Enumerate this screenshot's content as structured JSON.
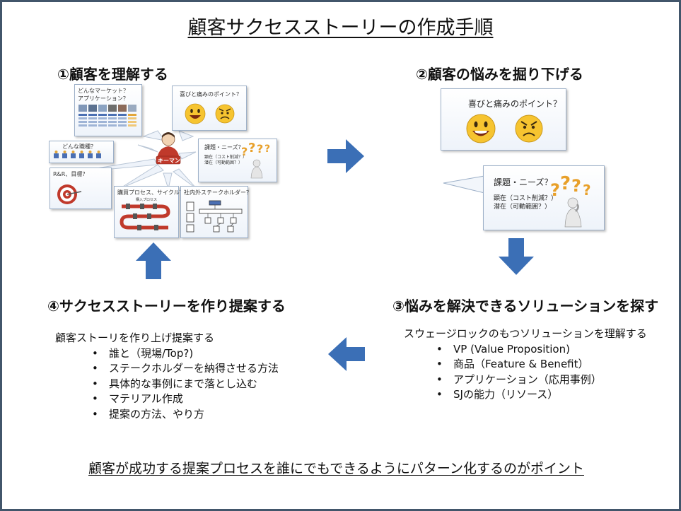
{
  "title": "顧客サクセスストーリーの作成手順",
  "steps": {
    "s1": "①顧客を理解する",
    "s2": "②顧客の悩みを掘り下げる",
    "s3": "③悩みを解決できるソリューションを探す",
    "s4": "④サクセスストーリーを作り提案する"
  },
  "step1": {
    "market_label": "どんなマーケット？\nアプリケーション？",
    "position_label": "どんな職種？",
    "rr_label": "R&R、目標？",
    "process_label": "購買プロセス、サイクル？",
    "stakeholder_label": "社内外ステークホルダー？",
    "keyman": "キーマン",
    "joy_pain": "喜びと痛みのポイント？",
    "issue_needs": "課題・ニーズ？",
    "explicit": "顕在（コスト削減？）",
    "latent": "潜在（可動範囲？）",
    "process_doc_title": "購入プロセス"
  },
  "step2": {
    "joy_pain": "喜びと痛みのポイント？",
    "issue_needs": "課題・ニーズ？",
    "explicit": "顕在（コスト削減？）",
    "latent": "潜在（可動範囲？）"
  },
  "step3": {
    "lead": "スウェージロックのもつソリューションを理解する",
    "items": [
      "VP (Value  Proposition)",
      "商品（Feature & Benefit）",
      "アプリケーション（応用事例）",
      "SJの能力（リソース）"
    ]
  },
  "step4": {
    "lead": "顧客ストーリを作り上げ提案する",
    "items": [
      "誰と（現場/Top?)",
      "ステークホルダーを納得させる方法",
      "具体的な事例にまで落とし込む",
      "マテリアル作成",
      "提案の方法、やり方"
    ]
  },
  "footer": "顧客が成功する提案プロセスを誰にでもできるようにパターン化するのがポイント",
  "colors": {
    "arrow": "#3b6fb6",
    "border": "#42566b",
    "emoji_face": "#f6c430",
    "question": "#e8a02a",
    "keyman_shirt": "#c0392b"
  }
}
